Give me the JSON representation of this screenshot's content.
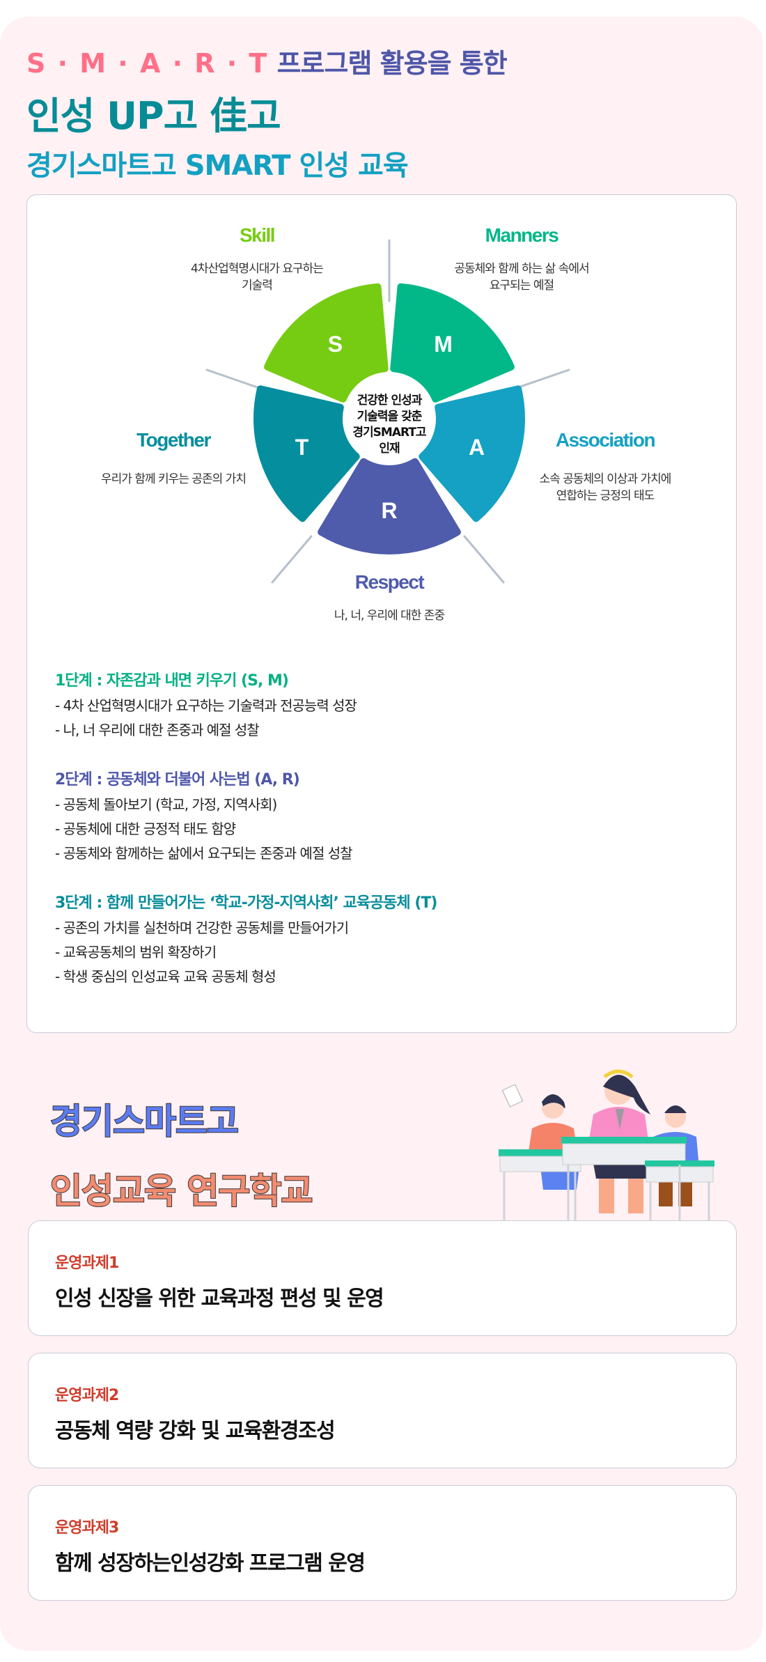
{
  "header": {
    "line1_smart": "S · M · A · R · T",
    "line1_rest": "프로그램 활용을 통한",
    "line2": "인성 UP고 佳고",
    "line3": "경기스마트고 SMART 인성 교육"
  },
  "diagram": {
    "center_text": [
      "건강한 인성과",
      "기술력을 갖춘",
      "경기SMART고",
      "인재"
    ],
    "segments": [
      {
        "letter": "S",
        "title": "Skill",
        "color": "#76cc12",
        "desc": [
          "4차산업혁명시대가 요구하는",
          "기술력"
        ]
      },
      {
        "letter": "M",
        "title": "Manners",
        "color": "#02b788",
        "desc": [
          "공동체와 함께 하는 삶 속에서",
          "요구되는 예절"
        ]
      },
      {
        "letter": "A",
        "title": "Association",
        "color": "#14a1c3",
        "desc": [
          "소속 공동체의 이상과 가치에",
          "연합하는 긍정의 태도"
        ]
      },
      {
        "letter": "R",
        "title": "Respect",
        "color": "#4f5bab",
        "desc": [
          "나, 너, 우리에 대한 존중"
        ]
      },
      {
        "letter": "T",
        "title": "Together",
        "color": "#058e9e",
        "desc": [
          "우리가 함께 키우는 공존의 가치"
        ]
      }
    ],
    "line_color": "#b6bfcc"
  },
  "stages": [
    {
      "title": "1단계 : 자존감과 내면 키우기 (S, M)",
      "color": "#05b085",
      "items": [
        "- 4차 산업혁명시대가 요구하는 기술력과 전공능력 성장",
        "- 나, 너 우리에 대한 존중과 예절 성찰"
      ]
    },
    {
      "title": "2단계 : 공동체와 더불어 사는법 (A, R)",
      "color": "#4e57a9",
      "items": [
        "- 공동체 돌아보기 (학교, 가정, 지역사회)",
        "- 공동체에 대한 긍정적 태도 함양",
        "- 공동체와 함께하는 삶에서 요구되는 존중과 예절 성찰"
      ]
    },
    {
      "title": "3단계 : 함께 만들어가는 ‘학교-가정-지역사회’ 교육공동체 (T)",
      "color": "#078d9b",
      "items": [
        "- 공존의 가치를 실천하며 건강한 공동체를 만들어가기",
        "- 교육공동체의 범위 확장하기",
        "- 학생 중심의 인성교육 교육 공동체 형성"
      ]
    }
  ],
  "research": {
    "line1": "경기스마트고",
    "line2": "인성교육 연구학교",
    "illustration": "students-at-desks-illustration"
  },
  "tasks": [
    {
      "label": "운영과제1",
      "title": "인성 신장을 위한 교육과정 편성 및 운영"
    },
    {
      "label": "운영과제2",
      "title": "공동체 역량 강화 및 교육환경조성"
    },
    {
      "label": "운영과제3",
      "title": "함께 성장하는인성강화 프로그램 운영"
    }
  ],
  "colors": {
    "panel_bg": "#fff1f4",
    "accent_pink": "#ff7088",
    "accent_navy": "#4e56a8",
    "task_label": "#cf3d2c"
  }
}
